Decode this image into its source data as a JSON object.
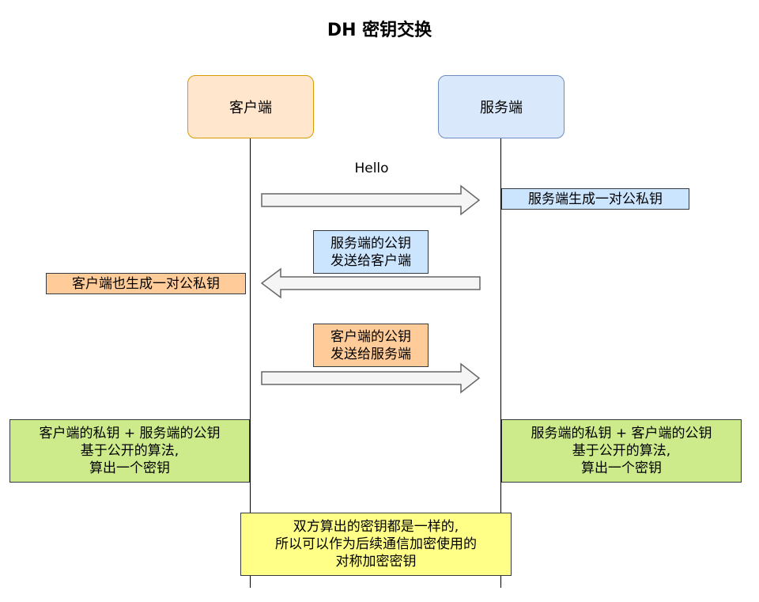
{
  "title": "DH 密钥交换",
  "participants": {
    "client": "客户端",
    "server": "服务端"
  },
  "messages": {
    "hello": "Hello",
    "server_pub_line1": "服务端的公钥",
    "server_pub_line2": "发送给客户端",
    "client_pub_line1": "客户端的公钥",
    "client_pub_line2": "发送给服务端"
  },
  "notes": {
    "server_gen": "服务端生成一对公私钥",
    "client_gen": "客户端也生成一对公私钥",
    "client_calc_line1": "客户端的私钥 + 服务端的公钥",
    "client_calc_line2": "基于公开的算法,",
    "client_calc_line3": "算出一个密钥",
    "server_calc_line1": "服务端的私钥 +  客户端的公钥",
    "server_calc_line2": "基于公开的算法,",
    "server_calc_line3": "算出一个密钥",
    "shared_line1": "双方算出的密钥都是一样的,",
    "shared_line2": "所以可以作为后续通信加密使用的",
    "shared_line3": "对称加密密钥"
  },
  "colors": {
    "client_fill": "#ffe6cc",
    "server_fill": "#dae8fc",
    "orange_note": "#ffcc99",
    "blue_note": "#cce5ff",
    "green_note": "#cdeb8b",
    "yellow_note": "#ffff88",
    "arrow_fill": "#f5f5f5",
    "arrow_stroke": "#666666"
  }
}
